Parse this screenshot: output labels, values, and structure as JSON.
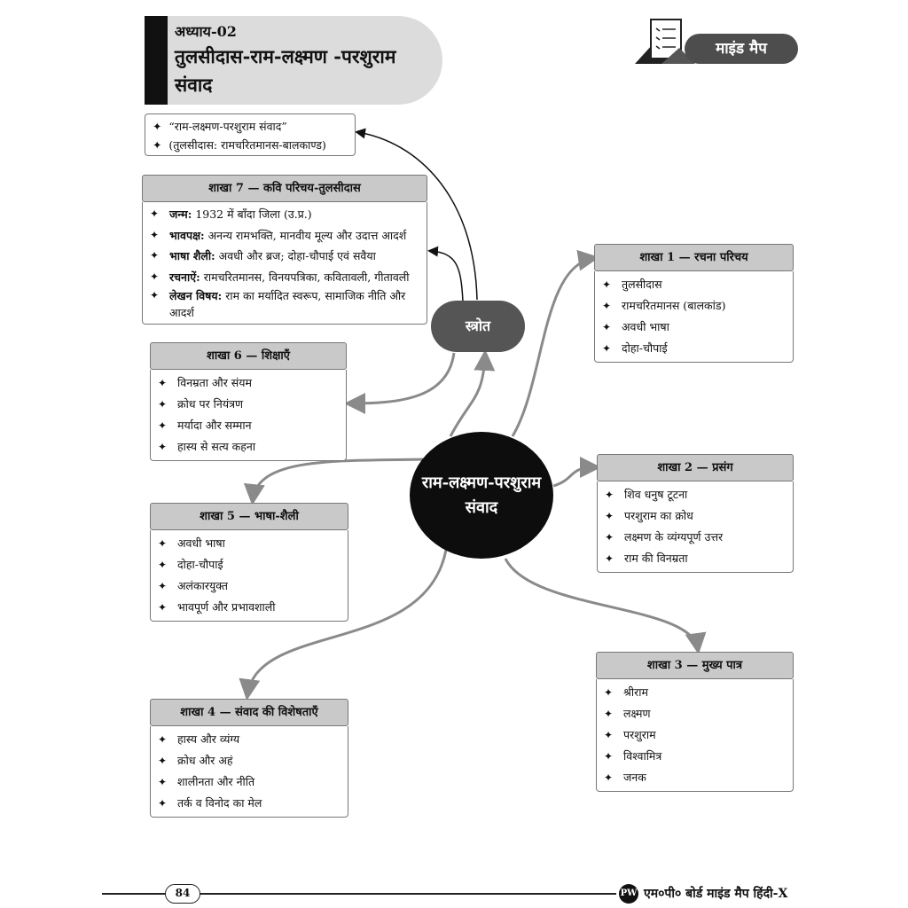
{
  "header": {
    "chapter_number": "अध्याय-02",
    "chapter_title": "तुलसीदास-राम-लक्ष्मण -परशुराम संवाद",
    "tag": "माइंड मैप"
  },
  "source": {
    "label": "स्त्रोत",
    "items": [
      "“राम-लक्ष्मण-परशुराम संवाद”",
      "(तुलसीदास: रामचरितमानस-बालकाण्ड)"
    ]
  },
  "center": {
    "label": "राम-लक्ष्मण-परशुराम संवाद"
  },
  "branches": {
    "b1": {
      "title": "शाखा 1 — रचना परिचय",
      "items": [
        "तुलसीदास",
        "रामचरितमानस (बालकांड)",
        "अवधी भाषा",
        "दोहा-चौपाई"
      ]
    },
    "b2": {
      "title": "शाखा 2 — प्रसंग",
      "items": [
        "शिव धनुष टूटना",
        "परशुराम का क्रोध",
        "लक्ष्मण के व्यंग्यपूर्ण उत्तर",
        "राम की विनम्रता"
      ]
    },
    "b3": {
      "title": "शाखा 3 — मुख्य पात्र",
      "items": [
        "श्रीराम",
        "लक्ष्मण",
        "परशुराम",
        "विश्वामित्र",
        "जनक"
      ]
    },
    "b4": {
      "title": "शाखा 4 — संवाद की विशेषताएँ",
      "items": [
        "हास्य और व्यंग्य",
        "क्रोध और अहं",
        "शालीनता और नीति",
        "तर्क व विनोद का मेल"
      ]
    },
    "b5": {
      "title": "शाखा 5 — भाषा-शैली",
      "items": [
        "अवधी भाषा",
        "दोहा-चौपाई",
        "अलंकारयुक्त",
        "भावपूर्ण और प्रभावशाली"
      ]
    },
    "b6": {
      "title": "शाखा 6 — शिक्षाएँ",
      "items": [
        "विनम्रता और संयम",
        "क्रोध पर नियंत्रण",
        "मर्यादा और सम्मान",
        "हास्य से सत्य कहना"
      ]
    },
    "b7": {
      "title": "शाखा 7 — कवि परिचय-तुलसीदास",
      "items": [
        {
          "key": "जन्म:",
          "text": " 1932 में बाँदा जिला (उ.प्र.)"
        },
        {
          "key": "भावपक्ष:",
          "text": " अनन्य रामभक्ति, मानवीय मूल्य और उदात्त आदर्श"
        },
        {
          "key": "भाषा शैली:",
          "text": " अवधी और ब्रज; दोहा-चौपाई एवं सवैया"
        },
        {
          "key": "रचनाऐं:",
          "text": " रामचरितमानस, विनयपत्रिका, कवितावली, गीतावली"
        },
        {
          "key": "लेखन विषय:",
          "text": " राम का मर्यादित स्वरूप, सामाजिक नीति और आदर्श"
        }
      ]
    }
  },
  "footer": {
    "page_number": "84",
    "logo_text": "PW",
    "book_title": "एम०पी० बोर्ड माइंड मैप हिंदी-X"
  }
}
